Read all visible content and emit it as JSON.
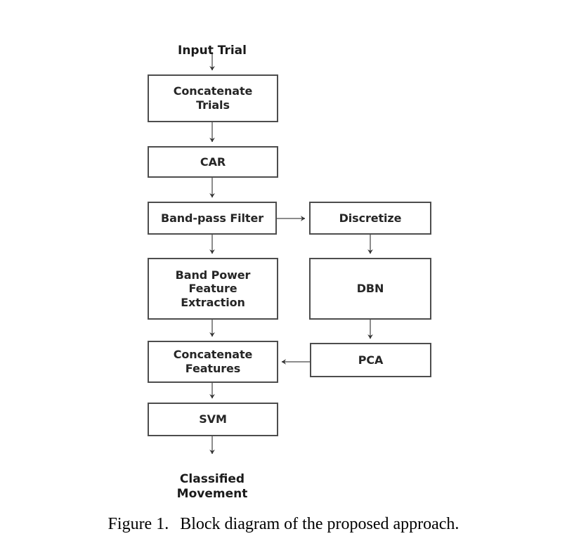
{
  "figure": {
    "caption_label": "Figure 1.",
    "caption_text": "Block diagram of the proposed approach."
  },
  "diagram": {
    "type": "flowchart",
    "orientation": "top-to-bottom",
    "terminals": [
      {
        "id": "input-trial",
        "text": "Input Trial",
        "role": "start"
      },
      {
        "id": "classified-movement",
        "text": "Classified\nMovement",
        "role": "end"
      }
    ],
    "nodes": [
      {
        "id": "concatenate-trials",
        "text": "Concatenate\nTrials",
        "column": "left"
      },
      {
        "id": "car",
        "text": "CAR",
        "column": "left"
      },
      {
        "id": "band-pass-filter",
        "text": "Band-pass Filter",
        "column": "left"
      },
      {
        "id": "band-power-feature-extraction",
        "text": "Band Power\nFeature\nExtraction",
        "column": "left"
      },
      {
        "id": "concatenate-features",
        "text": "Concatenate\nFeatures",
        "column": "left"
      },
      {
        "id": "svm",
        "text": "SVM",
        "column": "left"
      },
      {
        "id": "discretize",
        "text": "Discretize",
        "column": "right"
      },
      {
        "id": "dbn",
        "text": "DBN",
        "column": "right"
      },
      {
        "id": "pca",
        "text": "PCA",
        "column": "right"
      }
    ],
    "edges": [
      {
        "from": "input-trial",
        "to": "concatenate-trials",
        "direction": "down"
      },
      {
        "from": "concatenate-trials",
        "to": "car",
        "direction": "down"
      },
      {
        "from": "car",
        "to": "band-pass-filter",
        "direction": "down"
      },
      {
        "from": "band-pass-filter",
        "to": "band-power-feature-extraction",
        "direction": "down"
      },
      {
        "from": "band-pass-filter",
        "to": "discretize",
        "direction": "right"
      },
      {
        "from": "discretize",
        "to": "dbn",
        "direction": "down"
      },
      {
        "from": "dbn",
        "to": "pca",
        "direction": "down"
      },
      {
        "from": "pca",
        "to": "concatenate-features",
        "direction": "left"
      },
      {
        "from": "band-power-feature-extraction",
        "to": "concatenate-features",
        "direction": "down"
      },
      {
        "from": "concatenate-features",
        "to": "svm",
        "direction": "down"
      },
      {
        "from": "svm",
        "to": "classified-movement",
        "direction": "down"
      }
    ],
    "colors": {
      "box_border": "#4d4d4d",
      "box_fill": "#ffffff",
      "connector": "#8c8c8c",
      "arrowhead": "#333333",
      "text": "#262626",
      "background": "#ffffff"
    }
  }
}
